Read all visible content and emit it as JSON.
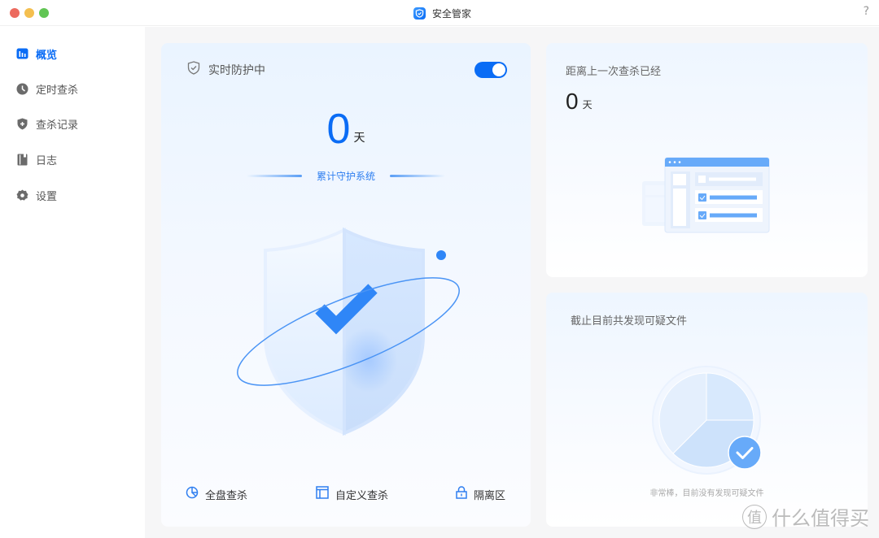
{
  "window": {
    "title": "安全管家",
    "help_label": "?",
    "traffic_lights": [
      "close",
      "minimize",
      "maximize"
    ]
  },
  "colors": {
    "accent": "#0a6cf5",
    "sidebar_bg": "#ffffff",
    "main_bg": "#f6f6f7"
  },
  "sidebar": {
    "items": [
      {
        "label": "概览",
        "icon": "bar-chart-icon",
        "active": true
      },
      {
        "label": "定时查杀",
        "icon": "clock-icon",
        "active": false
      },
      {
        "label": "查杀记录",
        "icon": "shield-plus-icon",
        "active": false
      },
      {
        "label": "日志",
        "icon": "book-icon",
        "active": false
      },
      {
        "label": "设置",
        "icon": "gear-icon",
        "active": false
      }
    ]
  },
  "protection_card": {
    "header_label": "实时防护中",
    "toggle_on": true,
    "days_value": "0",
    "days_unit": "天",
    "subtitle": "累计守护系统",
    "actions": [
      {
        "label": "全盘查杀",
        "icon": "pie-scan-icon"
      },
      {
        "label": "自定义查杀",
        "icon": "layout-icon"
      },
      {
        "label": "隔离区",
        "icon": "lock-icon"
      }
    ]
  },
  "last_scan_card": {
    "title": "距离上一次查杀已经",
    "days_value": "0",
    "days_unit": "天"
  },
  "suspicious_card": {
    "title": "截止目前共发现可疑文件",
    "empty_note": "非常棒，目前没有发现可疑文件"
  },
  "watermark": {
    "badge": "值",
    "text": "什么值得买"
  }
}
